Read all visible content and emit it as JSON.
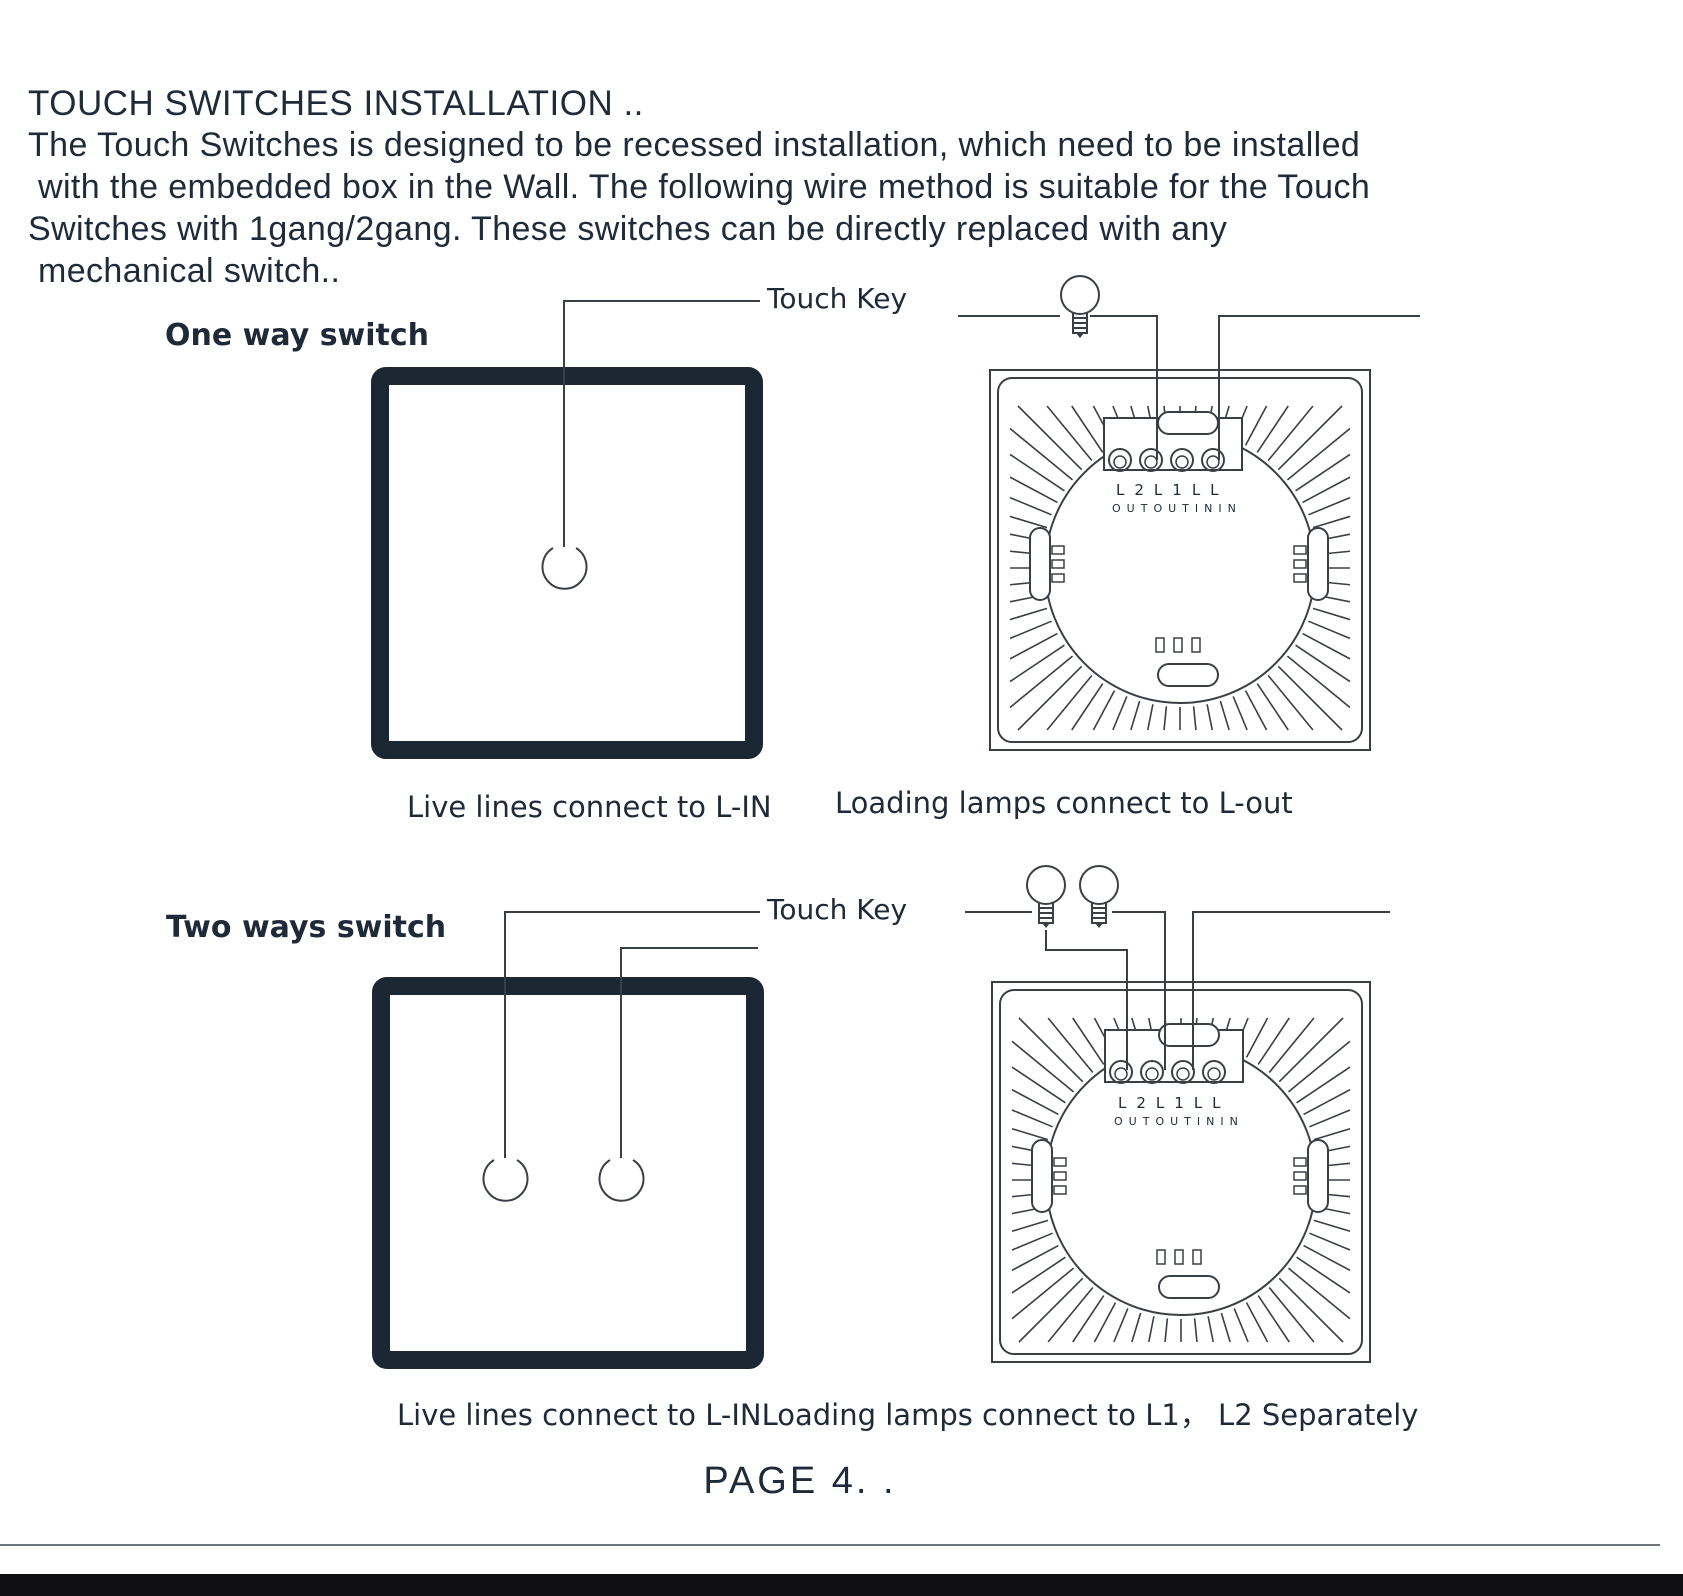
{
  "document": {
    "heading": "TOUCH SWITCHES INSTALLATION ..",
    "paragraph_lines": [
      "The Touch Switches is designed to be recessed installation, which need to be installed",
      "with the embedded box in the Wall. The following wire method is suitable for the Touch",
      "Switches with 1gang/2gang. These switches can be directly replaced with any",
      "mechanical switch.."
    ],
    "page_number": "PAGE 4. ."
  },
  "one_way": {
    "title": "One way switch",
    "touch_key_label": "Touch Key",
    "terminal_labels": [
      "L2",
      "L1",
      "L",
      "L"
    ],
    "terminal_sublabels": [
      "OUT",
      "OUT",
      "IN",
      "IN"
    ],
    "caption_left": "Live lines connect to L-IN",
    "caption_right": "Loading lamps connect to L-out"
  },
  "two_way": {
    "title": "Two ways switch",
    "touch_key_label": "Touch Key",
    "terminal_labels": [
      "L2",
      "L1",
      "L",
      "L"
    ],
    "terminal_sublabels": [
      "OUT",
      "OUT",
      "IN",
      "IN"
    ],
    "caption": "Live lines connect to L-INLoading lamps connect to L1， L2  Separately"
  },
  "colors": {
    "ink": "#1e2a38",
    "panel_border": "#1b2733",
    "line": "#3a3f46"
  }
}
